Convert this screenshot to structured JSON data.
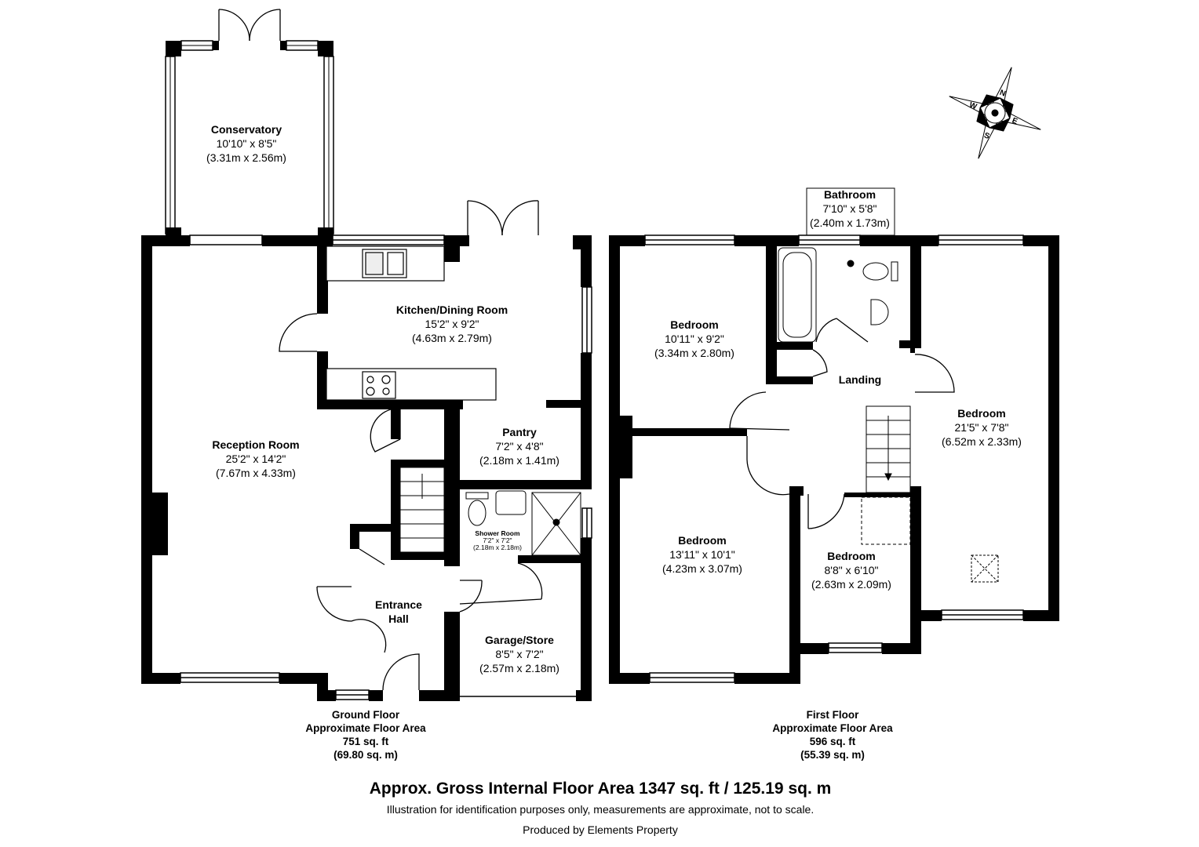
{
  "compass": {
    "n": "N",
    "e": "E",
    "s": "S",
    "w": "W"
  },
  "rooms": {
    "conservatory": {
      "name": "Conservatory",
      "imperial": "10'10\" x 8'5\"",
      "metric": "(3.31m x 2.56m)"
    },
    "kitchen": {
      "name": "Kitchen/Dining Room",
      "imperial": "15'2\" x 9'2\"",
      "metric": "(4.63m x 2.79m)"
    },
    "reception": {
      "name": "Reception Room",
      "imperial": "25'2\" x 14'2\"",
      "metric": "(7.67m x 4.33m)"
    },
    "pantry": {
      "name": "Pantry",
      "imperial": "7'2\" x 4'8\"",
      "metric": "(2.18m x 1.41m)"
    },
    "shower": {
      "name": "Shower Room",
      "imperial": "7'2\" x 7'2\"",
      "metric": "(2.18m x 2.18m)"
    },
    "entrance": {
      "name_line1": "Entrance",
      "name_line2": "Hall"
    },
    "garage": {
      "name": "Garage/Store",
      "imperial": "8'5\" x 7'2\"",
      "metric": "(2.57m x 2.18m)"
    },
    "bathroom": {
      "name": "Bathroom",
      "imperial": "7'10\" x 5'8\"",
      "metric": "(2.40m x 1.73m)"
    },
    "bedroom_nw": {
      "name": "Bedroom",
      "imperial": "10'11\" x 9'2\"",
      "metric": "(3.34m x 2.80m)"
    },
    "landing": {
      "name": "Landing"
    },
    "bedroom_east": {
      "name": "Bedroom",
      "imperial": "21'5\" x 7'8\"",
      "metric": "(6.52m x 2.33m)"
    },
    "bedroom_sw": {
      "name": "Bedroom",
      "imperial": "13'11\" x 10'1\"",
      "metric": "(4.23m x 3.07m)"
    },
    "bedroom_small": {
      "name": "Bedroom",
      "imperial": "8'8\" x 6'10\"",
      "metric": "(2.63m x 2.09m)"
    }
  },
  "floors": {
    "ground": {
      "title": "Ground Floor",
      "subtitle": "Approximate Floor Area",
      "sqft": "751 sq. ft",
      "sqm": "(69.80 sq. m)"
    },
    "first": {
      "title": "First Floor",
      "subtitle": "Approximate Floor Area",
      "sqft": "596 sq. ft",
      "sqm": "(55.39 sq. m)"
    }
  },
  "total_area": "Approx. Gross Internal Floor Area 1347 sq. ft / 125.19 sq. m",
  "disclaimer": "Illustration for identification purposes only, measurements are approximate, not to scale.",
  "produced_by": "Produced by Elements Property"
}
